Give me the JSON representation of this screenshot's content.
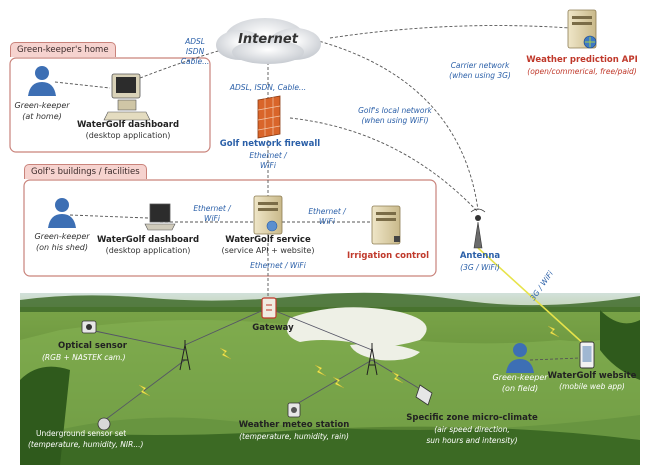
{
  "colors": {
    "panel_border": "#c9837b",
    "panel_title_bg": "#f6d3cf",
    "person_blue": "#3d6fb4",
    "link_blue": "#2a5fa8",
    "accent_red": "#c0392b",
    "grass": "#6f9a3c"
  },
  "icons": [
    "person-icon",
    "desktop-computer-icon",
    "laptop-icon",
    "server-icon",
    "cloud-icon",
    "firewall-icon",
    "antenna-icon",
    "radio-tower-icon",
    "sensor-icon",
    "smartphone-icon",
    "wireless-bolt-icon"
  ],
  "diagram": {
    "internet": "Internet",
    "home_box_title": "Green-keeper's home",
    "buildings_box_title": "Golf's buildings / facilities",
    "home_keeper_name": "Green-keeper",
    "home_keeper_sub": "(at home)",
    "home_dashboard_title": "WaterGolf dashboard",
    "home_dashboard_sub": "(desktop application)",
    "home_link_line1": "ADSL",
    "home_link_line2": "ISDN",
    "home_link_line3": "Cable...",
    "fw_link": "ADSL, ISDN, Cable...",
    "firewall_title": "Golf network firewall",
    "firewall_sub1": "Ethernet /",
    "firewall_sub2": "WiFi",
    "local_net_line1": "Golf's local network",
    "local_net_line2": "(when using WiFi)",
    "carrier_line1": "Carrier network",
    "carrier_line2": "(when using 3G)",
    "weather_api_title": "Weather prediction API",
    "weather_api_sub": "(open/commerical, free/paid)",
    "shed_keeper_name": "Green-keeper",
    "shed_keeper_sub": "(on his shed)",
    "shed_link_line1": "Ethernet /",
    "shed_link_line2": "WiFi",
    "shed_dashboard_title": "WaterGolf dashboard",
    "shed_dashboard_sub": "(desktop application)",
    "service_title": "WaterGolf service",
    "service_sub": "(service API + website)",
    "irr_link_line1": "Ethernet /",
    "irr_link_line2": "WiFi",
    "irrigation": "Irrigation control",
    "gateway_link": "Ethernet / WiFi",
    "antenna_title": "Antenna",
    "antenna_sub": "(3G / WiFi)",
    "wireless_tag": "3G / WiFi",
    "gateway": "Gateway",
    "optical_title": "Optical sensor",
    "optical_sub": "(RGB + NASTEK cam.)",
    "underground_line1": "Underground sensor set",
    "underground_line2": "(temperature, humidity, NIR...)",
    "meteo_title": "Weather meteo station",
    "meteo_sub": "(temperature, humidity, rain)",
    "micro_title": "Specific zone micro-climate",
    "micro_sub1": "(air speed direction,",
    "micro_sub2": "sun hours and intensity)",
    "field_keeper_name": "Green-keeper",
    "field_keeper_sub": "(on field)",
    "website_title": "WaterGolf website",
    "website_sub": "(mobile web app)"
  }
}
